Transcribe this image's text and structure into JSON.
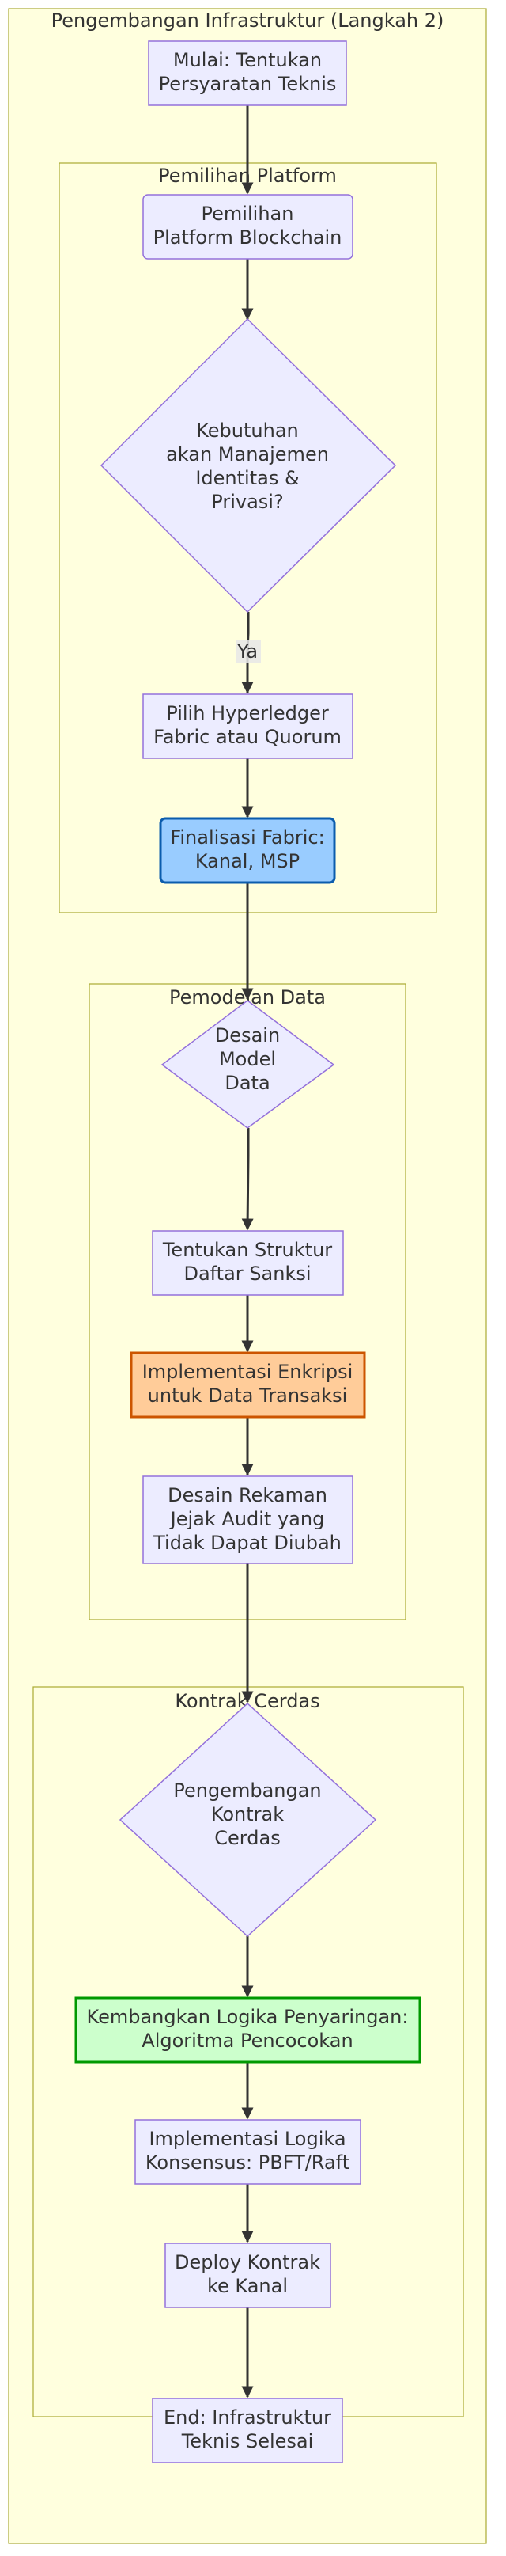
{
  "clusters": {
    "main": "Pengembangan Infrastruktur (Langkah 2)",
    "platform": "Pemilihan Platform",
    "data": "Pemodelan Data",
    "contract": "Kontrak Cerdas"
  },
  "nodes": {
    "start": [
      "Mulai: Tentukan",
      "Persyaratan Teknis"
    ],
    "select_platform": [
      "Pemilihan",
      "Platform Blockchain"
    ],
    "identity_decision": [
      "Kebutuhan",
      "akan Manajemen",
      "Identitas &",
      "Privasi?"
    ],
    "pick_fabric": [
      "Pilih Hyperledger",
      "Fabric atau Quorum"
    ],
    "finalize_fabric": [
      "Finalisasi Fabric:",
      "Kanal, MSP"
    ],
    "design_model": [
      "Desain",
      "Model",
      "Data"
    ],
    "sanction_structure": [
      "Tentukan Struktur",
      "Daftar Sanksi"
    ],
    "encryption": [
      "Implementasi Enkripsi",
      "untuk Data Transaksi"
    ],
    "audit_trail": [
      "Desain Rekaman",
      "Jejak Audit yang",
      "Tidak Dapat Diubah"
    ],
    "contract_dev": [
      "Pengembangan",
      "Kontrak",
      "Cerdas"
    ],
    "filter_logic": [
      "Kembangkan Logika Penyaringan:",
      "Algoritma Pencocokan"
    ],
    "consensus": [
      "Implementasi Logika",
      "Konsensus: PBFT/Raft"
    ],
    "deploy": [
      "Deploy Kontrak",
      "ke Kanal"
    ],
    "end": [
      "End: Infrastruktur",
      "Teknis Selesai"
    ]
  },
  "edges": {
    "yes_label": "Ya"
  }
}
